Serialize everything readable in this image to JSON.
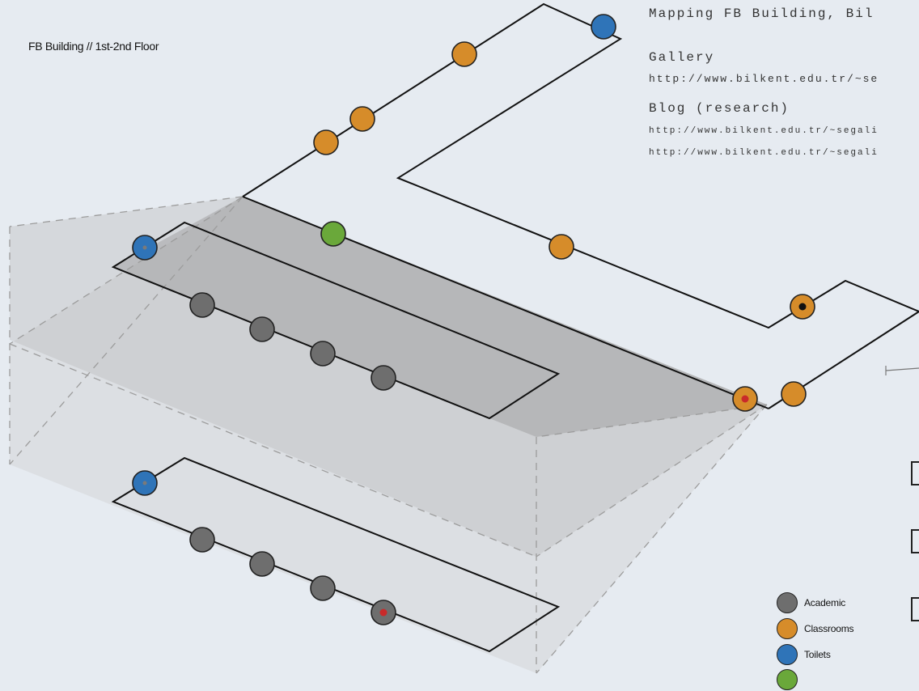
{
  "floor_label": "FB Building // 1st-2nd Floor",
  "header": {
    "title": "Mapping FB Building, Bil",
    "gallery_heading": "Gallery",
    "gallery_link": "http://www.bilkent.edu.tr/~se",
    "blog_heading": "Blog (research)",
    "blog_links": [
      "http://www.bilkent.edu.tr/~segali",
      "http://www.bilkent.edu.tr/~segali"
    ]
  },
  "colors": {
    "academic": "#6e6e6e",
    "classrooms": "#d68c2a",
    "toilets": "#2f74b8",
    "green": "#6aa83a",
    "marker_red": "#c92a2a",
    "marker_black": "#111111"
  },
  "legend": [
    {
      "label": "Academic",
      "color": "#6e6e6e"
    },
    {
      "label": "Classrooms",
      "color": "#d68c2a"
    },
    {
      "label": "Toilets",
      "color": "#2f74b8"
    },
    {
      "label": "",
      "color": "#6aa83a"
    }
  ]
}
